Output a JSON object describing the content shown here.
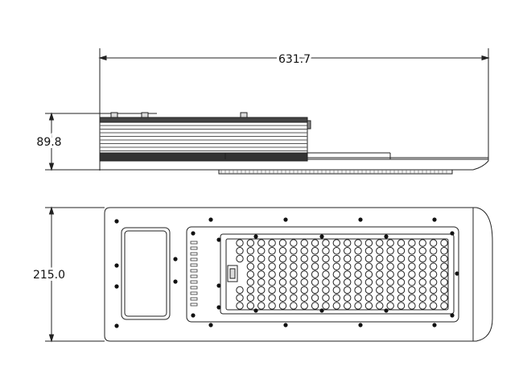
{
  "dimensions": {
    "overall_length": "631.7",
    "height": "89.8",
    "width": "215.0"
  },
  "colors": {
    "line": "#222222",
    "fill": "#ffffff",
    "dark": "#111111"
  },
  "led_grid": {
    "rows": 9,
    "cols": 20
  }
}
